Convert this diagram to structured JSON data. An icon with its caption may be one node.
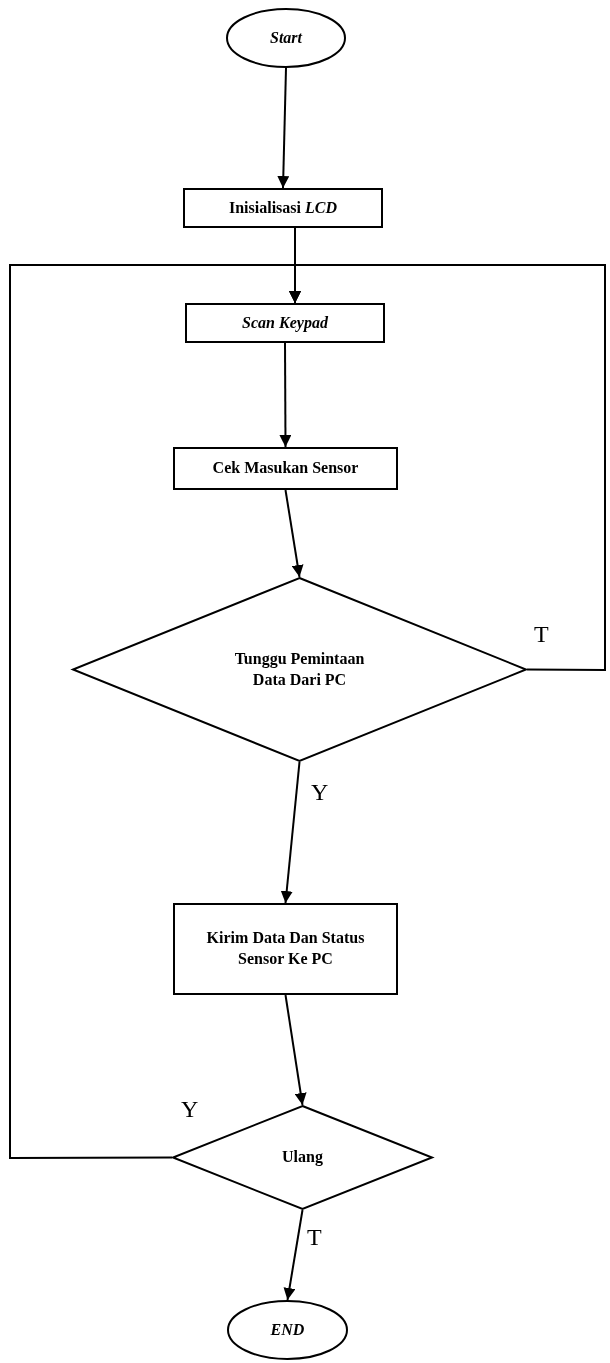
{
  "diagram": {
    "nodes": [
      {
        "text": [
          "Start"
        ]
      },
      {
        "text": [
          "Inisialisasi *LCD*"
        ]
      },
      {
        "text": [
          "Scan Keypad"
        ]
      },
      {
        "text": [
          "Cek Masukan Sensor"
        ]
      },
      {
        "text": [
          "Tunggu Pemintaan Data Dari PC"
        ]
      },
      {
        "text": [
          "Kirim Data Dan Status Sensor Ke PC"
        ]
      },
      {
        "text": [
          "Ulang"
        ]
      },
      {
        "text": [
          "END"
        ]
      }
    ],
    "edges": [
      {
        "from": 0,
        "to": 1,
        "arrow": "to"
      },
      {
        "from": 1,
        "to": 2,
        "arrow": "to"
      },
      {
        "from": 2,
        "to": 3,
        "arrow": "to"
      },
      {
        "from": 3,
        "to": 4,
        "arrow": "to"
      },
      {
        "from": 4,
        "to": 5,
        "arrow": "to",
        "label": "Y"
      },
      {
        "from": 5,
        "to": 6,
        "arrow": "to"
      },
      {
        "from": 6,
        "to": 7,
        "arrow": "to",
        "label": "T"
      },
      {
        "from": 4,
        "to": 2,
        "arrow": "to",
        "label": "T"
      },
      {
        "from": 6,
        "to": 2,
        "arrow": "to",
        "label": "Y"
      }
    ]
  }
}
